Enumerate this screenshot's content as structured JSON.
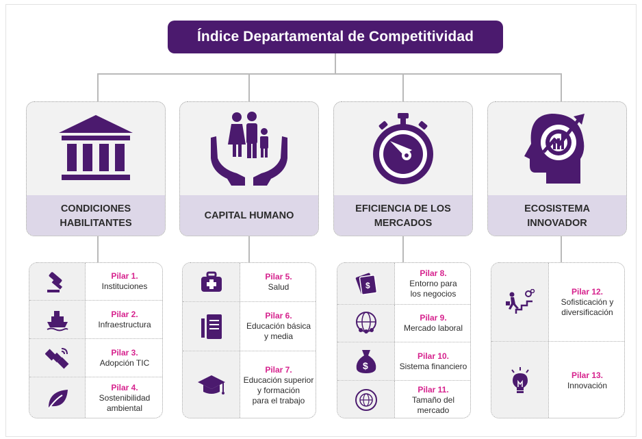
{
  "title": "Índice Departamental de Competitividad",
  "colors": {
    "primary": "#4b1a6e",
    "band": "#ddd7e8",
    "pillar_label": "#d6228d"
  },
  "categories": [
    {
      "name": "CONDICIONES\nHABILITANTES",
      "icon": "government-building-icon"
    },
    {
      "name": "CAPITAL HUMANO",
      "icon": "family-in-hands-icon"
    },
    {
      "name": "EFICIENCIA DE LOS\nMERCADOS",
      "icon": "stopwatch-icon"
    },
    {
      "name": "ECOSISTEMA\nINNOVADOR",
      "icon": "head-gear-growth-icon"
    }
  ],
  "pillars": [
    [
      {
        "label": "Pilar 1.",
        "name": "Instituciones",
        "icon": "gavel-icon"
      },
      {
        "label": "Pilar 2.",
        "name": "Infraestructura",
        "icon": "ship-icon"
      },
      {
        "label": "Pilar 3.",
        "name": "Adopción TIC",
        "icon": "satellite-icon"
      },
      {
        "label": "Pilar 4.",
        "name": "Sostenibilidad\nambiental",
        "icon": "leaf-icon"
      }
    ],
    [
      {
        "label": "Pilar 5.",
        "name": "Salud",
        "icon": "medical-kit-icon"
      },
      {
        "label": "Pilar 6.",
        "name": "Educación básica\ny media",
        "icon": "notebook-pencil-icon"
      },
      {
        "label": "Pilar 7.",
        "name": "Educación superior\ny formación\npara el trabajo",
        "icon": "graduation-cap-icon"
      }
    ],
    [
      {
        "label": "Pilar 8.",
        "name": "Entorno para\nlos negocios",
        "icon": "money-bills-icon"
      },
      {
        "label": "Pilar 9.",
        "name": "Mercado laboral",
        "icon": "global-people-icon"
      },
      {
        "label": "Pilar 10.",
        "name": "Sistema financiero",
        "icon": "money-bag-icon"
      },
      {
        "label": "Pilar 11.",
        "name": "Tamaño del mercado",
        "icon": "globe-icon"
      }
    ],
    [
      {
        "label": "Pilar 12.",
        "name": "Sofisticación y\ndiversificación",
        "icon": "climbing-stairs-icon"
      },
      {
        "label": "Pilar 13.",
        "name": "Innovación",
        "icon": "lightbulb-icon"
      }
    ]
  ]
}
